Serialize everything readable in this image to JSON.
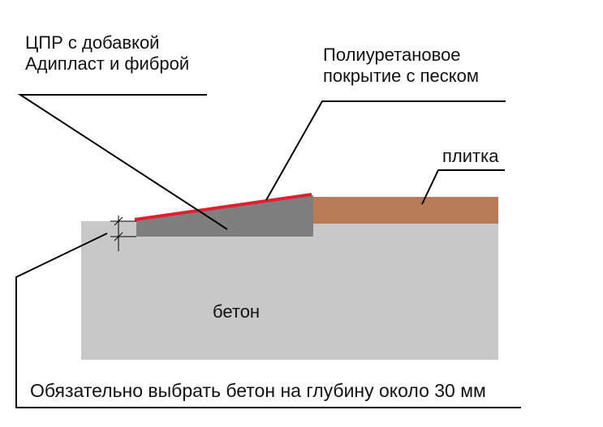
{
  "labels": {
    "cpr_line1": "ЦПР с добавкой",
    "cpr_line2": "Адипласт и фиброй",
    "pu_line1": "Полиуретановое",
    "pu_line2": "покрытие с песком",
    "tile": "плитка",
    "concrete": "бетон",
    "note": "Обязательно выбрать бетон на глубину около 30 мм"
  },
  "colors": {
    "concrete": "#c8c8c8",
    "repair_mortar": "#7f7f7f",
    "tile": "#b97a57",
    "polyurethane": "#e02030",
    "leader": "#000000"
  }
}
